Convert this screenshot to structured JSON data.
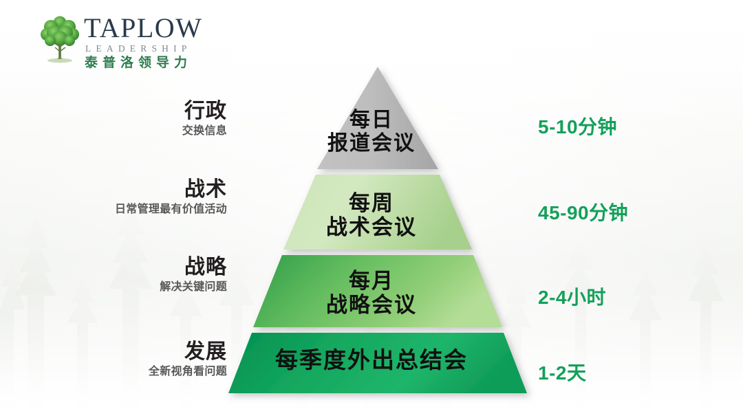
{
  "logo": {
    "tree_icon": "tree-icon",
    "wordmark": "TAPLOW",
    "tagline": "LEADERSHIP",
    "chinese": "泰普洛领导力",
    "tree_color": "#4a9e3f",
    "wordmark_color": "#2b3a4a",
    "chinese_color": "#2e7d4f"
  },
  "colors": {
    "tier_1": "#b3b3b3",
    "tier_2": "#c3dfae",
    "tier_3": "#5cb85c",
    "tier_4": "#0f9d58",
    "duration_text": "#14a05a",
    "title_text": "#231f20",
    "subtitle_text": "#585858",
    "background": "#f4f5f2"
  },
  "pyramid": {
    "levels": [
      {
        "id": "administrative",
        "title": "行政",
        "subtitle": "交换信息",
        "tier_line_1": "每日",
        "tier_line_2": "报道会议",
        "duration": "5-10分钟",
        "fill_light": "#c9c9c9",
        "fill_dark": "#a8a8a8"
      },
      {
        "id": "tactical",
        "title": "战术",
        "subtitle": "日常管理最有价值活动",
        "tier_line_1": "每周",
        "tier_line_2": "战术会议",
        "duration": "45-90分钟",
        "fill_light": "#d5e9c2",
        "fill_dark": "#a9d18e"
      },
      {
        "id": "strategic",
        "title": "战略",
        "subtitle": "解决关键问题",
        "tier_line_1": "每月",
        "tier_line_2": "战略会议",
        "duration": "2-4小时",
        "fill_light": "#8fce76",
        "fill_dark": "#2e9d48"
      },
      {
        "id": "development",
        "title": "发展",
        "subtitle": "全新视角看问题",
        "tier_line_1": "每季度外出总结会",
        "tier_line_2": "",
        "duration": "1-2天",
        "fill_light": "#1fad68",
        "fill_dark": "#009150"
      }
    ]
  }
}
